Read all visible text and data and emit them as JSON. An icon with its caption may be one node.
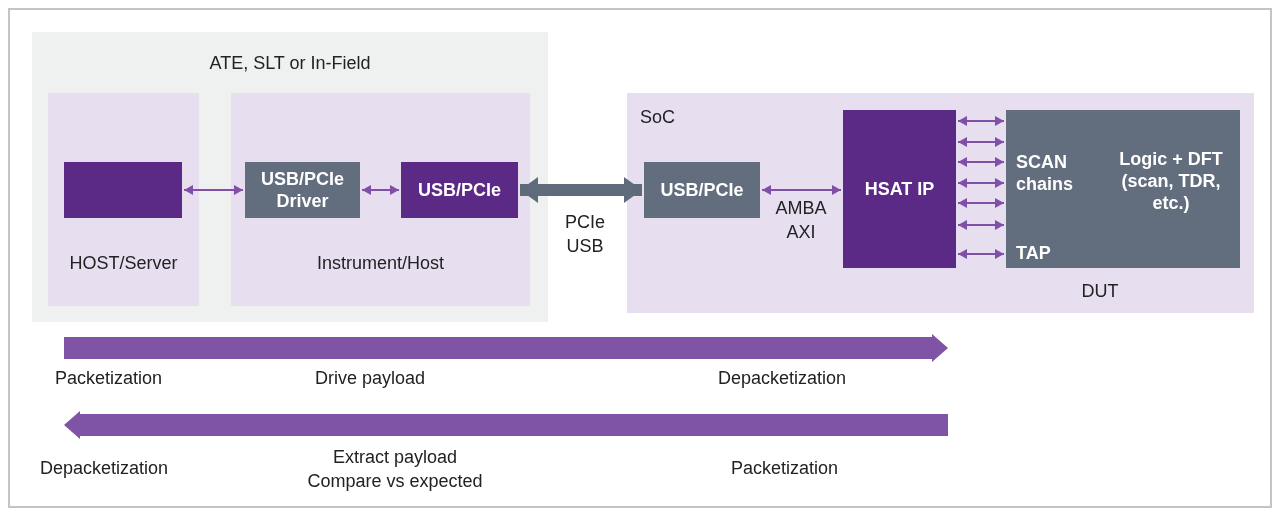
{
  "diagram": {
    "nodes": [
      {
        "text": [
          "ATE, SLT or In-Field"
        ]
      },
      {
        "text": [
          "HOST/Server"
        ],
        "in": 0
      },
      {
        "text": [],
        "shape": "box",
        "in": 1
      },
      {
        "text": [
          "Instrument/Host"
        ],
        "in": 0
      },
      {
        "text": [
          "USB/PCIe Driver"
        ],
        "in": 3
      },
      {
        "text": [
          "USB/PCIe"
        ],
        "in": 3
      },
      {
        "text": [
          "SoC"
        ]
      },
      {
        "text": [
          "USB/PCIe"
        ],
        "in": 6
      },
      {
        "text": [
          "HSAT IP"
        ],
        "in": 6
      },
      {
        "text": [
          "SCAN chains",
          "Logic + DFT (scan, TDR, etc.)",
          "TAP"
        ],
        "in": 6,
        "beside": [
          "DUT"
        ]
      }
    ],
    "edges": [
      {
        "from": 2,
        "to": 4,
        "arrow": "both"
      },
      {
        "from": 4,
        "to": 5,
        "arrow": "both"
      },
      {
        "from": 5,
        "to": 7,
        "arrow": "both",
        "label": "PCIe USB",
        "style": "thick",
        "color": "#5f6b7a"
      },
      {
        "from": 7,
        "to": 8,
        "arrow": "both",
        "label": "AMBA AXI"
      },
      {
        "from": 8,
        "to": 9,
        "arrow": "both"
      },
      {
        "from": 8,
        "to": 9,
        "arrow": "both"
      },
      {
        "from": 8,
        "to": 9,
        "arrow": "both"
      },
      {
        "from": 8,
        "to": 9,
        "arrow": "both"
      },
      {
        "from": 8,
        "to": 9,
        "arrow": "both"
      },
      {
        "from": 8,
        "to": 9,
        "arrow": "both"
      },
      {
        "from": 8,
        "to": 9,
        "arrow": "both"
      }
    ],
    "labels": [
      "Packetization",
      "Drive payload",
      "Depacketization",
      "Depacketization",
      "Extract payload Compare vs expected",
      "Packetization"
    ]
  }
}
